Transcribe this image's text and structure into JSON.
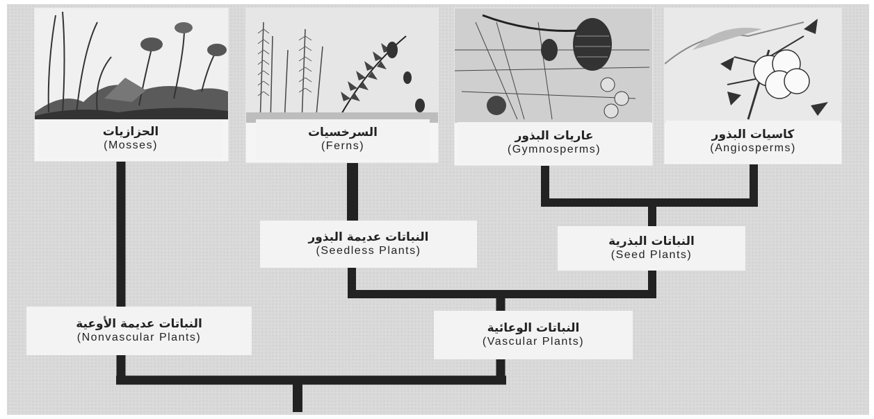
{
  "colors": {
    "background": "#dadada",
    "line": "#222222",
    "label_bg": "#f3f3f3"
  },
  "groups": [
    {
      "id": "mosses",
      "arabic": "الحزازيات",
      "english": "(Mosses)",
      "illustration": "moss-illustration"
    },
    {
      "id": "ferns",
      "arabic": "السرخسيات",
      "english": "(Ferns)",
      "illustration": "fern-illustration"
    },
    {
      "id": "gymnosperms",
      "arabic": "عاريات البذور",
      "english": "(Gymnosperms)",
      "illustration": "gymnosperm-illustration"
    },
    {
      "id": "angiosperms",
      "arabic": "كاسيات البذور",
      "english": "(Angiosperms)",
      "illustration": "angiosperm-illustration"
    }
  ],
  "nodes": {
    "seedless": {
      "arabic": "النباتات عديمة البذور",
      "english": "(Seedless Plants)"
    },
    "seed": {
      "arabic": "النباتات البذرية",
      "english": "(Seed Plants)"
    },
    "vascular": {
      "arabic": "النباتات الوعائية",
      "english": "(Vascular Plants)"
    },
    "nonvascular": {
      "arabic": "النباتات عديمة الأوعية",
      "english": "(Nonvascular Plants)"
    }
  }
}
